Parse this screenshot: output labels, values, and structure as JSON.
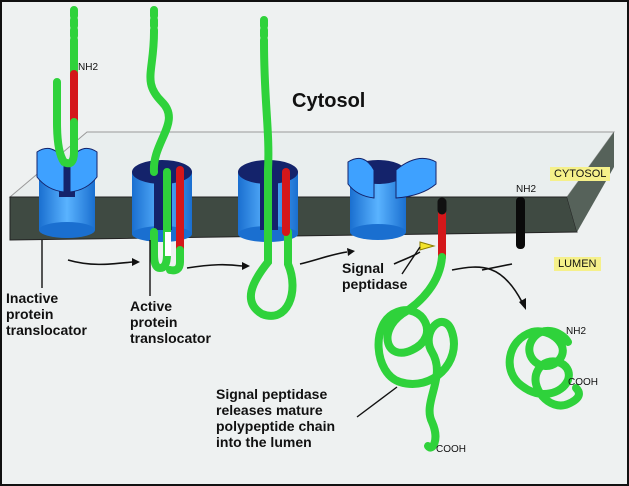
{
  "labels": {
    "cytosol_title": "Cytosol",
    "cytosol_tag": "CYTOSOL",
    "lumen_tag": "LUMEN",
    "nh2_1": "NH2",
    "nh2_2": "NH2",
    "nh2_3": "NH2",
    "cooh_1": "COOH",
    "cooh_2": "COOH",
    "inactive": "Inactive\nprotein\ntranslocator",
    "active": "Active\nprotein\ntranslocator",
    "signal_peptidase": "Signal\npeptidase",
    "release_caption": "Signal peptidase\nreleases mature\npolypeptide chain\ninto the lumen"
  },
  "colors": {
    "polypeptide": "#2fd23b",
    "signal_sequence": "#d4171a",
    "translocator": "#3ea1ff",
    "membrane": "#3f4a42",
    "region_tag": "#f5f08a"
  }
}
